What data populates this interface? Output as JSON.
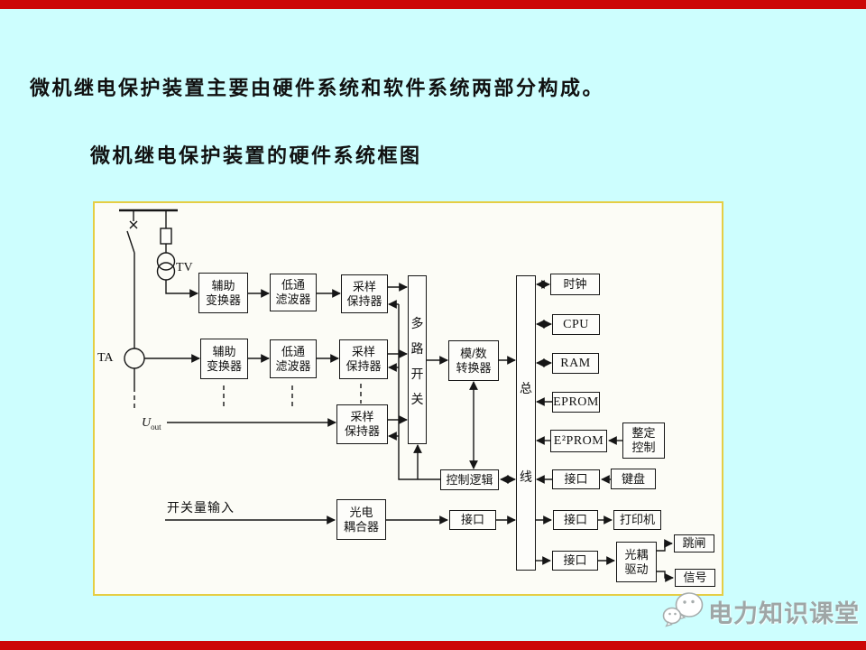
{
  "page": {
    "title": "微机继电保护装置主要由硬件系统和软件系统两部分构成。",
    "subtitle": "微机继电保护装置的硬件系统框图",
    "background_color": "#cdfefe",
    "accent_bar_color": "#cc0707",
    "diagram_border_color": "#e5ce44"
  },
  "diagram": {
    "blocks": {
      "aux1": "辅助\n变换器",
      "lpf1": "低通\n滤波器",
      "sh1": "采样\n保持器",
      "aux2": "辅助\n变换器",
      "lpf2": "低通\n滤波器",
      "sh2": "采样\n保持器",
      "sh3": "采样\n保持器",
      "mux": "多路开关",
      "adc": "模/数\n转换器",
      "bus": "总线",
      "ctl_logic": "控制逻辑",
      "clock": "时钟",
      "cpu": "CPU",
      "ram": "RAM",
      "eprom": "EPROM",
      "e2prom": "E²PROM",
      "set_ctl": "整定\n控制",
      "if_kbd": "接口",
      "kbd": "键盘",
      "if_prn": "接口",
      "prn": "打印机",
      "if_opt": "接口",
      "opt_drv": "光耦\n驱动",
      "trip": "跳闸",
      "signal": "信号",
      "opt_cpl": "光电\n耦合器",
      "if_left": "接口"
    },
    "labels": {
      "tv": "TV",
      "ta": "TA",
      "uout_main": "U",
      "uout_sub": "out",
      "switch_input": "开关量输入"
    }
  },
  "watermark": {
    "text": "电力知识课堂",
    "logo": "wechat-bubbles-icon",
    "color": "#9fa6a6"
  }
}
